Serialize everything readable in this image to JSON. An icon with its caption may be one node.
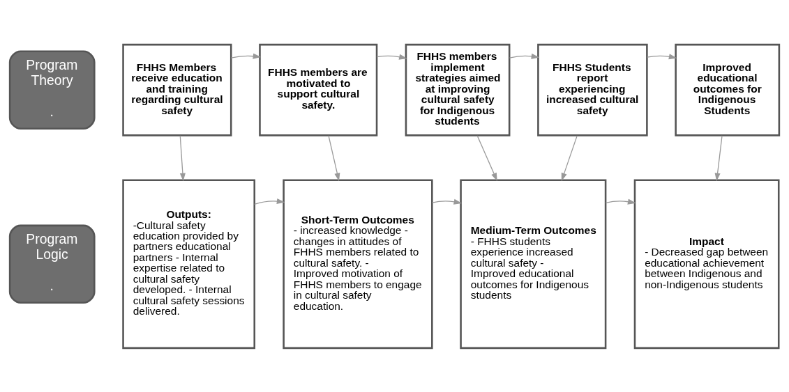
{
  "diagram": {
    "nodes": [
      {
        "text": [
          "Program Theory",
          "."
        ]
      },
      {
        "text": [
          "FHHS Members receive education and training regarding cultural safety"
        ]
      },
      {
        "text": [
          "FHHS members are motivated to support cultural safety."
        ]
      },
      {
        "text": [
          "FHHS members implement strategies aimed at improving cultural safety for Indigenous students"
        ]
      },
      {
        "text": [
          "FHHS Students report experiencing increased cultural safety"
        ]
      },
      {
        "text": [
          "Improved educational outcomes for Indigenous Students"
        ]
      },
      {
        "text": [
          "Program Logic",
          "."
        ]
      },
      {
        "text": [
          "Outputs:",
          "-Cultural safety education provided by partners educational partners - Internal expertise related to cultural safety developed. - Internal cultural safety sessions delivered."
        ]
      },
      {
        "text": [
          "Short-Term Outcomes",
          "- increased knowledge - changes in attitudes of FHHS members related to cultural safety. - Improved motivation of FHHS members to engage in cultural safety education."
        ]
      },
      {
        "text": [
          "Medium-Term Outcomes",
          "- FHHS students experience increased cultural safety - Improved educational outcomes for Indigenous students"
        ]
      },
      {
        "text": [
          "Impact",
          "- Decreased gap between educational achievement between Indigenous and non-Indigenous students"
        ]
      }
    ],
    "edges": [
      {
        "from": 1,
        "to": 2,
        "arrow": "to"
      },
      {
        "from": 2,
        "to": 3,
        "arrow": "to"
      },
      {
        "from": 3,
        "to": 4,
        "arrow": "to"
      },
      {
        "from": 4,
        "to": 5,
        "arrow": "to"
      },
      {
        "from": 1,
        "to": 7,
        "arrow": "to"
      },
      {
        "from": 2,
        "to": 8,
        "arrow": "to"
      },
      {
        "from": 3,
        "to": 9,
        "arrow": "to"
      },
      {
        "from": 4,
        "to": 9,
        "arrow": "to"
      },
      {
        "from": 5,
        "to": 10,
        "arrow": "to"
      },
      {
        "from": 7,
        "to": 8,
        "arrow": "to"
      },
      {
        "from": 8,
        "to": 9,
        "arrow": "to"
      },
      {
        "from": 9,
        "to": 10,
        "arrow": "to"
      }
    ]
  }
}
